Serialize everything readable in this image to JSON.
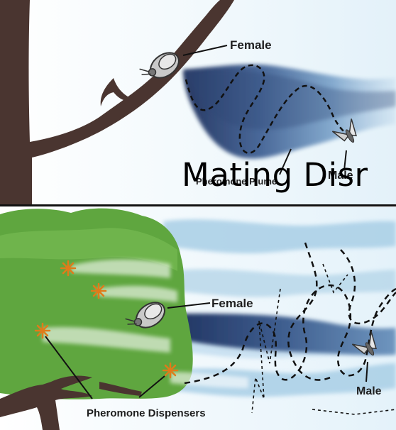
{
  "title": "Mating Disr",
  "top_panel": {
    "female_label": "Female",
    "male_label": "Male",
    "plume_label": "Pheromone Plume"
  },
  "bottom_panel": {
    "female_label": "Female",
    "male_label": "Male",
    "dispensers_label": "Pheromone Dispensers"
  },
  "colors": {
    "branch": "#4a3530",
    "plume_dark": "#1d2f5c",
    "plume_light": "#a9c9e2",
    "canopy": "#5fa63f",
    "dispenser": "#e07b1a",
    "background": "#eef7fc"
  }
}
